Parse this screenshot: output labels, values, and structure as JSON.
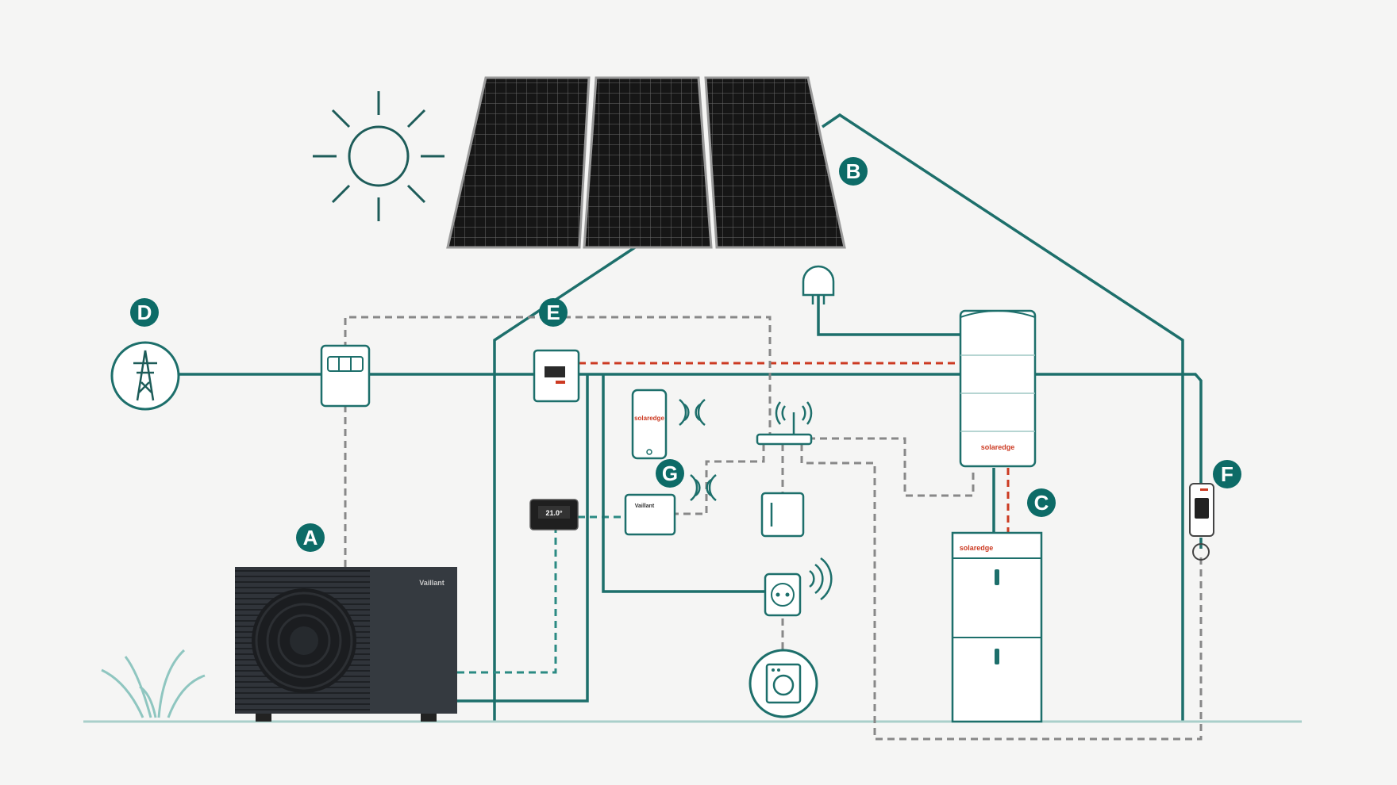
{
  "labels": {
    "a": "A",
    "b": "B",
    "c": "C",
    "d": "D",
    "e": "E",
    "f": "F",
    "g": "G"
  },
  "brands": {
    "heat_pump": "Vaillant",
    "solaredge": "solaredge",
    "thermostat_display": "21.0°"
  },
  "colors": {
    "teal": "#1d6f6b",
    "badge": "#0d6b67",
    "red_dashed": "#cc3a22",
    "grey_dashed": "#888888",
    "panel": "#1e1e1e",
    "heat_pump": "#2f3338",
    "grass": "#8fc6c0"
  },
  "icons": [
    "sun-icon",
    "solar-panel-icon",
    "power-pylon-icon",
    "meter-icon",
    "plug-icon",
    "router-icon",
    "smartphone-icon",
    "wifi-icon",
    "thermostat-icon",
    "gateway-icon",
    "smart-socket-icon",
    "washing-machine-icon",
    "ev-charger-icon",
    "grass-icon"
  ]
}
